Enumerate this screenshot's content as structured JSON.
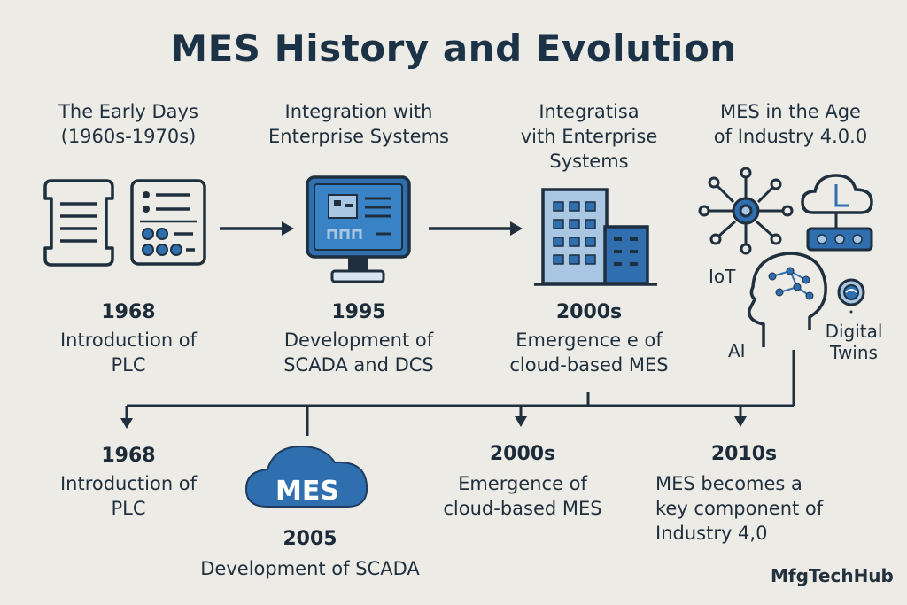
{
  "title": "MES History and Evolution",
  "top_stages": [
    {
      "heading": [
        "The Early Days",
        "(1960s-1970s)"
      ],
      "year": "1968",
      "desc": [
        "Introduction of",
        "PLC"
      ]
    },
    {
      "heading": [
        "Integration with",
        "Enterprise Systems"
      ],
      "year": "1995",
      "desc": [
        "Development of",
        "SCADA and DCS"
      ]
    },
    {
      "heading": [
        "Integratisa",
        "vith Enterprise",
        "Systems"
      ],
      "year": "2000s",
      "desc": [
        "Emergence e of",
        "cloud-based MES"
      ]
    },
    {
      "heading": [
        "MES in the Age",
        "of Industry 4.0.0"
      ]
    }
  ],
  "industry_labels": {
    "iot": "IoT",
    "ai": "AI",
    "digital_twins": [
      "Digital",
      "Twins"
    ]
  },
  "bottom_events": [
    {
      "year": "1968",
      "desc": [
        "Introduction of",
        "PLC"
      ]
    },
    {
      "year": "2005",
      "desc": [
        "Development of SCADA"
      ],
      "badge": "MES"
    },
    {
      "year": "2000s",
      "desc": [
        "Emergence of",
        "cloud-based MES"
      ]
    },
    {
      "year": "2010s",
      "desc": [
        "MES becomes a",
        "key component of",
        "Industry 4,0"
      ]
    }
  ],
  "brand": "MfgTechHub",
  "colors": {
    "background": "#ecebe6",
    "navy": "#1c3247",
    "blue": "#2f6fb0",
    "light_blue": "#a9c7e3"
  }
}
